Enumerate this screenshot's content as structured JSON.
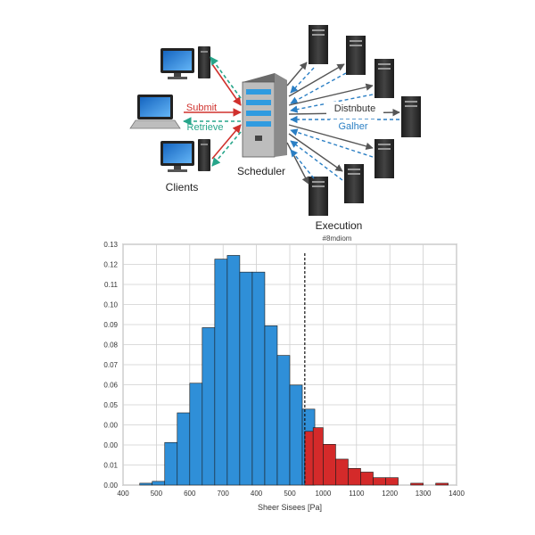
{
  "diagram": {
    "clients_label": "Clients",
    "scheduler_label": "Scheduler",
    "execution_label": "Execution",
    "execution_sublabel": "#8mdiom",
    "submit_label": "Submit",
    "retrieve_label": "Retrieve",
    "distribute_label": "Distnbute",
    "gather_label": "Galher",
    "colors": {
      "submit": "#d0312d",
      "retrieve": "#27a58a",
      "distribute": "#555555",
      "gather": "#2b7fc4",
      "server_body": "#2a2a2a",
      "scheduler_accent": "#2f9be0"
    },
    "icons": [
      "desktop-icon",
      "laptop-icon",
      "server-tower-icon",
      "scheduler-server-icon"
    ]
  },
  "chart_data": {
    "type": "bar",
    "title": "",
    "xlabel": "Sheer Sisees [Pa]",
    "ylabel": "",
    "x_ticks": [
      "400",
      "500",
      "600",
      "700",
      "400",
      "500",
      "1000",
      "1100",
      "1200",
      "1300",
      "1400"
    ],
    "y_ticks": [
      "0.00",
      "0.01",
      "0.00",
      "0.00",
      "0.05",
      "0.06",
      "0.07",
      "0.08",
      "0.09",
      "0.10",
      "0.11",
      "0.12",
      "0.13"
    ],
    "ylim": [
      0,
      0.13
    ],
    "threshold_line_x": 945,
    "grid": true,
    "bin_width": 37.5,
    "series": [
      {
        "color": "#2f8fd8",
        "bins": [
          {
            "x0": 450,
            "value": 0.001
          },
          {
            "x0": 487.5,
            "value": 0.002
          },
          {
            "x0": 525,
            "value": 0.023
          },
          {
            "x0": 562.5,
            "value": 0.039
          },
          {
            "x0": 600,
            "value": 0.055
          },
          {
            "x0": 637.5,
            "value": 0.085
          },
          {
            "x0": 675,
            "value": 0.122
          },
          {
            "x0": 712.5,
            "value": 0.124
          },
          {
            "x0": 750,
            "value": 0.115
          },
          {
            "x0": 787.5,
            "value": 0.115
          },
          {
            "x0": 825,
            "value": 0.086
          },
          {
            "x0": 862.5,
            "value": 0.07
          },
          {
            "x0": 900,
            "value": 0.054
          },
          {
            "x0": 937.5,
            "value": 0.041
          }
        ]
      },
      {
        "color": "#d42a2a",
        "bins": [
          {
            "x0": 945,
            "value": 0.029
          },
          {
            "x0": 970,
            "value": 0.031
          },
          {
            "x0": 1000,
            "value": 0.022
          },
          {
            "x0": 1037.5,
            "value": 0.014
          },
          {
            "x0": 1075,
            "value": 0.009
          },
          {
            "x0": 1112.5,
            "value": 0.007
          },
          {
            "x0": 1150,
            "value": 0.004
          },
          {
            "x0": 1187.5,
            "value": 0.004
          },
          {
            "x0": 1262.5,
            "value": 0.001
          },
          {
            "x0": 1337.5,
            "value": 0.001
          }
        ]
      }
    ]
  }
}
